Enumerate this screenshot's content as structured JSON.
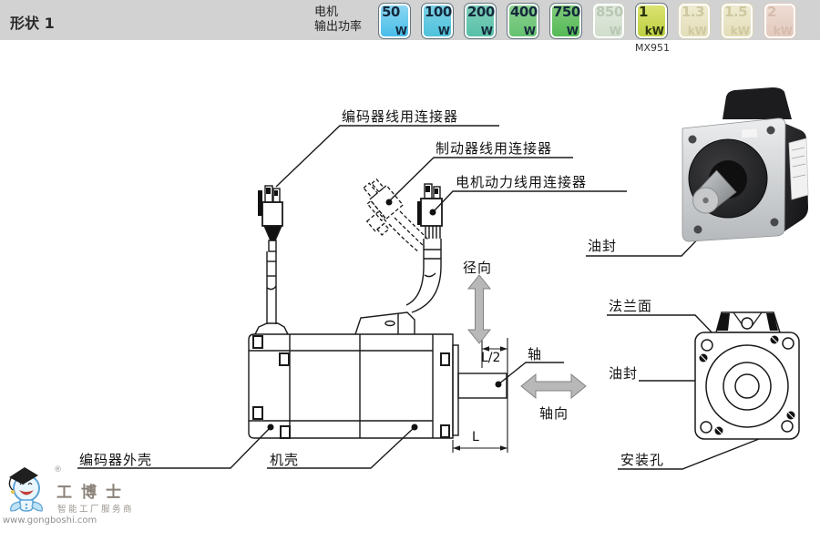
{
  "header": {
    "title": "形状 1",
    "power_label": {
      "line1": "电机",
      "line2": "输出功率"
    },
    "model_note": "MX951",
    "badges": [
      {
        "value": "50",
        "unit": "W",
        "state": "active",
        "color": "#45bbe8"
      },
      {
        "value": "100",
        "unit": "W",
        "state": "active",
        "color": "#4cc1da"
      },
      {
        "value": "200",
        "unit": "W",
        "state": "active",
        "color": "#55c0a6"
      },
      {
        "value": "400",
        "unit": "W",
        "state": "active",
        "color": "#62c16d"
      },
      {
        "value": "750",
        "unit": "W",
        "state": "active",
        "color": "#52b953"
      },
      {
        "value": "850",
        "unit": "W",
        "state": "inactive",
        "color": "#cfdccb"
      },
      {
        "value": "1",
        "unit": "kW",
        "state": "active",
        "color": "#bccf3f"
      },
      {
        "value": "1.3",
        "unit": "kW",
        "state": "inactive",
        "color": "#e2ddb8"
      },
      {
        "value": "1.5",
        "unit": "kW",
        "state": "inactive",
        "color": "#e2ddb8"
      },
      {
        "value": "2",
        "unit": "kW",
        "state": "inactive",
        "color": "#e2c9bd"
      }
    ]
  },
  "diagram": {
    "callouts": {
      "encoder_connector": "编码器线用连接器",
      "brake_connector": "制动器线用连接器",
      "power_connector": "电机动力线用连接器",
      "oil_seal_photo": "油封",
      "flange_face": "法兰面",
      "oil_seal_front": "油封",
      "mounting_hole": "安装孔",
      "encoder_housing": "编码器外壳",
      "casing": "机壳"
    },
    "annotations": {
      "radial": "径向",
      "axial": "轴向",
      "shaft": "轴",
      "dim_half_length": "L/2",
      "dim_length": "L"
    }
  },
  "watermark": {
    "registered_mark": "®",
    "brand": "工博士",
    "tagline": "智能工厂服务商",
    "url": "www.gongboshi.com"
  }
}
